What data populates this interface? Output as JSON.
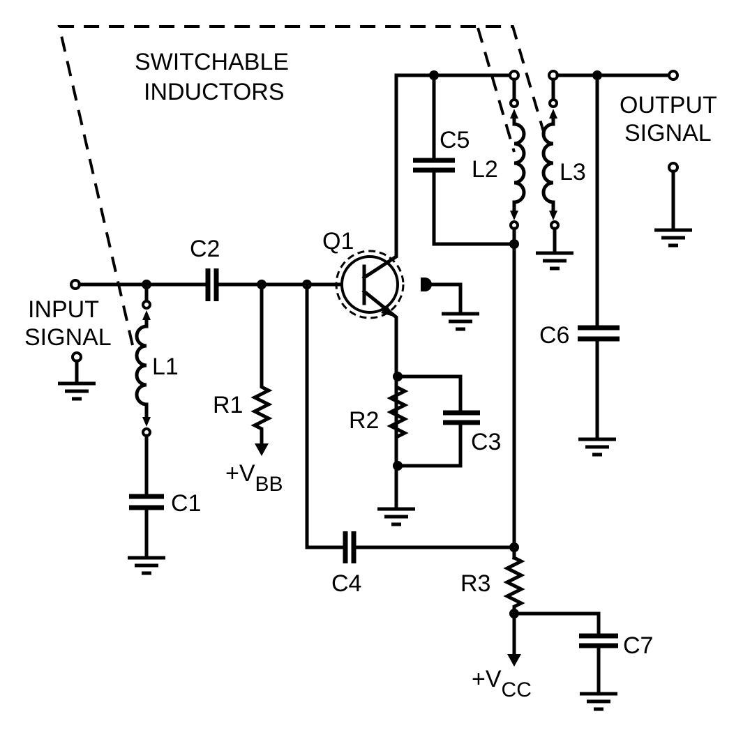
{
  "title": [
    "SWITCHABLE",
    "INDUCTORS"
  ],
  "input_label": [
    "INPUT",
    "SIGNAL"
  ],
  "output_label": [
    "OUTPUT",
    "SIGNAL"
  ],
  "components": {
    "C1": "C1",
    "C2": "C2",
    "C3": "C3",
    "C4": "C4",
    "C5": "C5",
    "C6": "C6",
    "C7": "C7",
    "L1": "L1",
    "L2": "L2",
    "L3": "L3",
    "R1": "R1",
    "R2": "R2",
    "R3": "R3",
    "Q1": "Q1"
  },
  "supplies": {
    "vbb": {
      "main": "+V",
      "sub": "BB"
    },
    "vcc": {
      "main": "+V",
      "sub": "CC"
    }
  }
}
